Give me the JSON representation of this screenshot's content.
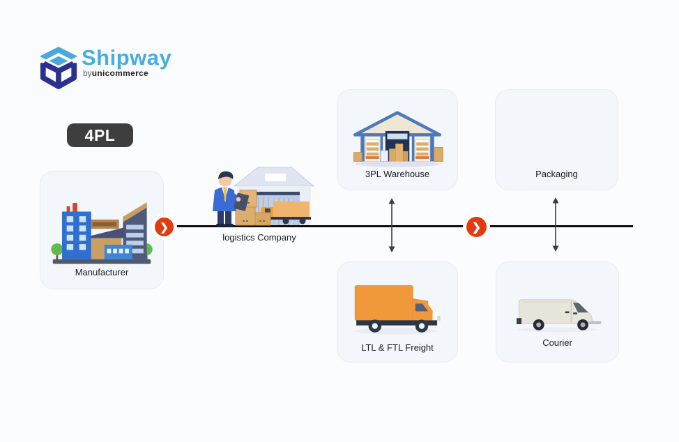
{
  "logo": {
    "brand": "Shipway",
    "sub_prefix": "by",
    "sub_brand": "unicommerce"
  },
  "badge": {
    "label": "4PL"
  },
  "flow": {
    "chevron_glyph": "❯"
  },
  "nodes": {
    "manufacturer": {
      "label": "Manufacturer"
    },
    "logistics": {
      "label": "logistics Company"
    },
    "warehouse3pl": {
      "label": "3PL Warehouse"
    },
    "packaging": {
      "label": "Packaging"
    },
    "freight": {
      "label": "LTL & FTL Freight"
    },
    "courier": {
      "label": "Courier"
    }
  },
  "colors": {
    "page_bg": "#fbfcfe",
    "card_bg": "#f3f6fa",
    "card_border": "#e7ecf4",
    "accent_red": "#e23b10",
    "brand_blue": "#47ade0",
    "brand_navy": "#2c3190",
    "badge_bg": "#3e3e3e"
  }
}
